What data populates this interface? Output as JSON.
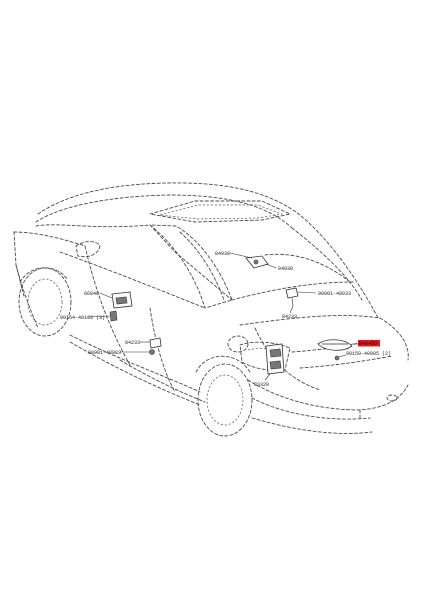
{
  "highlight_color": "#e8141c",
  "line_color": "#4a4a4a",
  "parts": {
    "p84930": "84930",
    "p84030": "84030",
    "p90901_48033_a": "90901-48033",
    "p84233_top": "84233",
    "p84040_highlighted": "84040D",
    "p90159_40085": "90159-40085 (2)",
    "p83320": "83320",
    "p66040": "66040",
    "p90164_40103": "90164-40103 (3)",
    "p84233_side": "84233",
    "p90901_48003": "90901-48003"
  }
}
